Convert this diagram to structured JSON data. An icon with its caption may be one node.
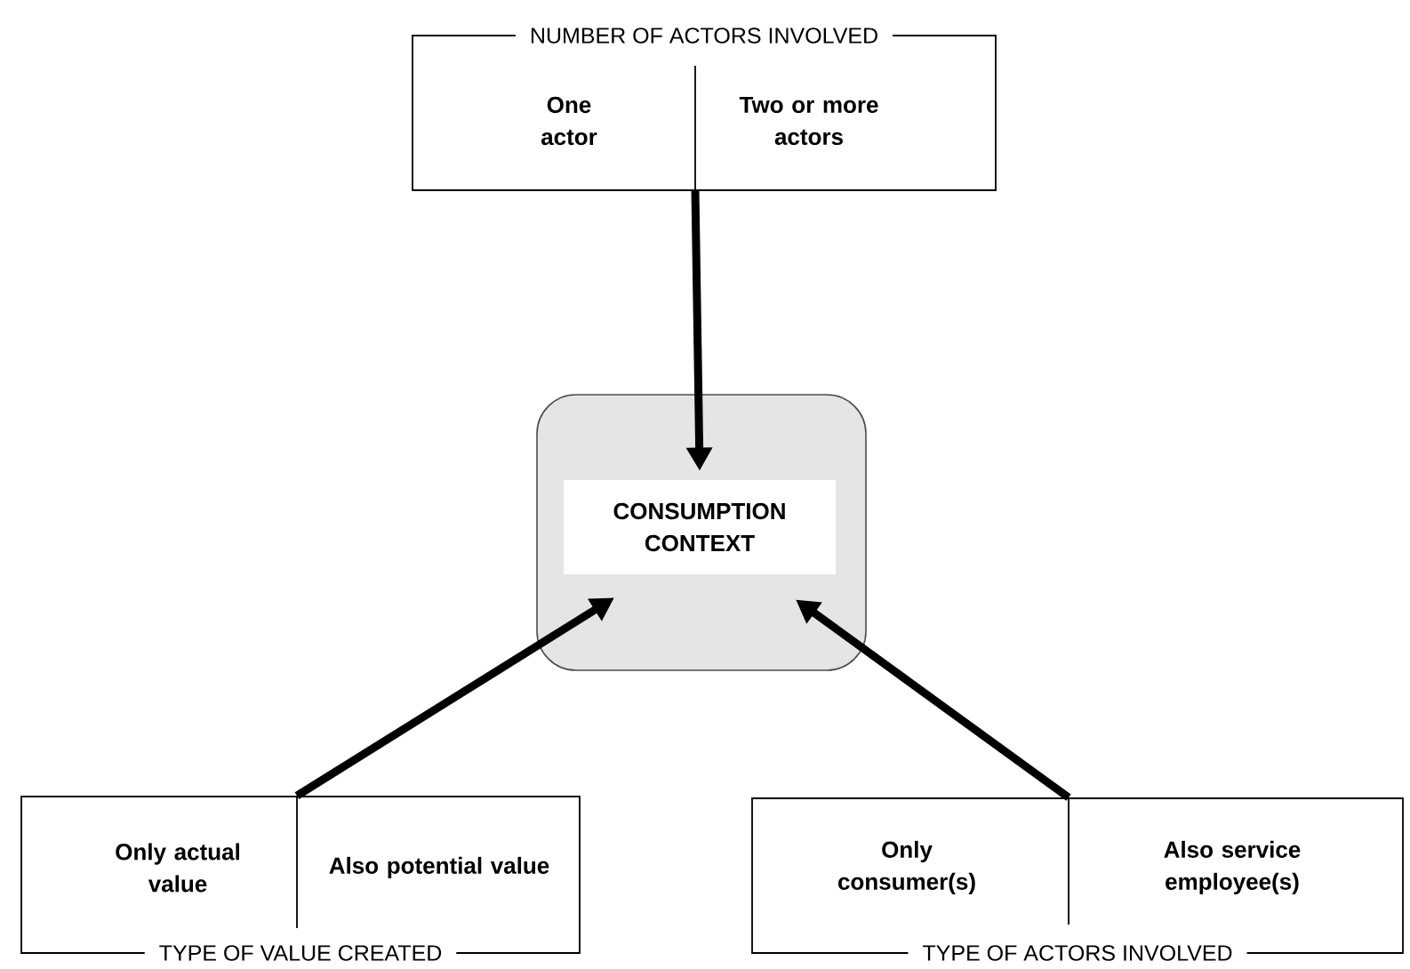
{
  "diagram": {
    "nodes": [
      {
        "text": [
          "NUMBER OF ACTORS INVOLVED",
          "One actor",
          "Two or more actors"
        ]
      },
      {
        "text": [],
        "shape": "box"
      },
      {
        "text": [
          "CONSUMPTION CONTEXT"
        ],
        "in": 1
      },
      {
        "text": [
          "Only actual value",
          "Also potential value",
          "TYPE OF VALUE CREATED"
        ]
      },
      {
        "text": [
          "Only consumer(s)",
          "Also service employee(s)",
          "TYPE OF ACTORS INVOLVED"
        ]
      }
    ],
    "edges": [
      {
        "from": 0,
        "to": 2,
        "arrow": "to"
      },
      {
        "from": 3,
        "to": 2,
        "arrow": "to"
      },
      {
        "from": 4,
        "to": 2,
        "arrow": "to"
      }
    ]
  }
}
